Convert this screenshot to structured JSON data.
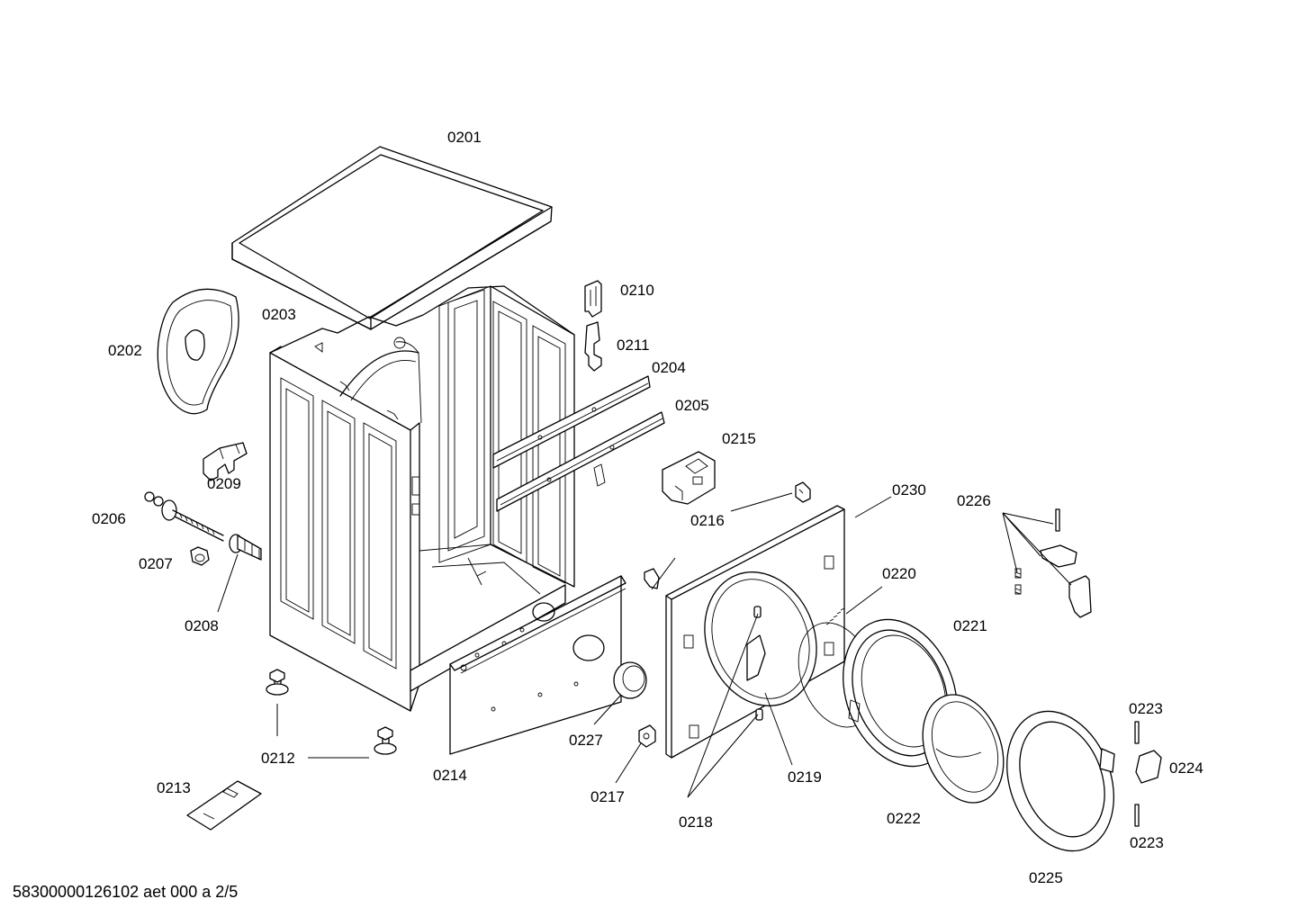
{
  "diagram": {
    "footer": "58300000126102 aet 000 a 2/5",
    "labels": {
      "p0201": "0201",
      "p0202": "0202",
      "p0203": "0203",
      "p0204": "0204",
      "p0205": "0205",
      "p0206": "0206",
      "p0207": "0207",
      "p0208": "0208",
      "p0209": "0209",
      "p0210": "0210",
      "p0211": "0211",
      "p0212": "0212",
      "p0213": "0213",
      "p0214": "0214",
      "p0215": "0215",
      "p0216": "0216",
      "p0217": "0217",
      "p0218": "0218",
      "p0219": "0219",
      "p0220": "0220",
      "p0221": "0221",
      "p0222": "0222",
      "p0223a": "0223",
      "p0223b": "0223",
      "p0224": "0224",
      "p0225": "0225",
      "p0226": "0226",
      "p0227": "0227",
      "p0230": "0230"
    }
  }
}
